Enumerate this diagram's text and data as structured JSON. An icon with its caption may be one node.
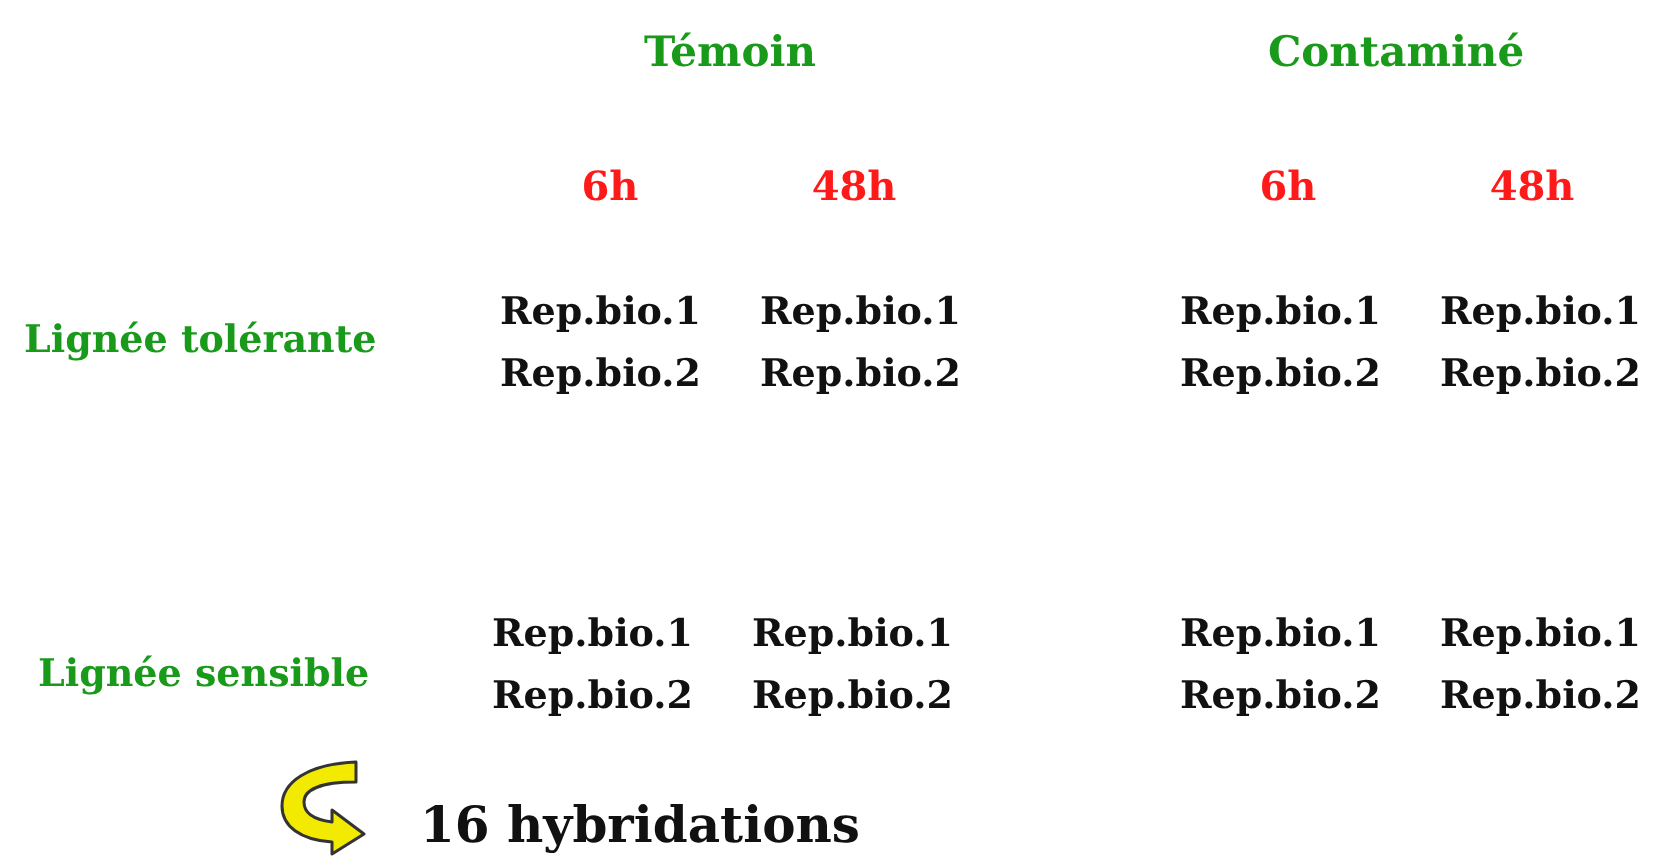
{
  "diagram": {
    "labels": [
      "Témoin",
      "Contaminé",
      "6h",
      "48h",
      "6h",
      "48h",
      "Lignée tolérante",
      "Rep.bio.1",
      "Rep.bio.1",
      "Rep.bio.1",
      "Rep.bio.1",
      "Rep.bio.2",
      "Rep.bio.2",
      "Rep.bio.2",
      "Rep.bio.2",
      "Lignée sensible",
      "Rep.bio.1",
      "Rep.bio.1",
      "Rep.bio.1",
      "Rep.bio.1",
      "Rep.bio.2",
      "Rep.bio.2",
      "Rep.bio.2",
      "Rep.bio.2",
      "16 hybridations"
    ]
  }
}
